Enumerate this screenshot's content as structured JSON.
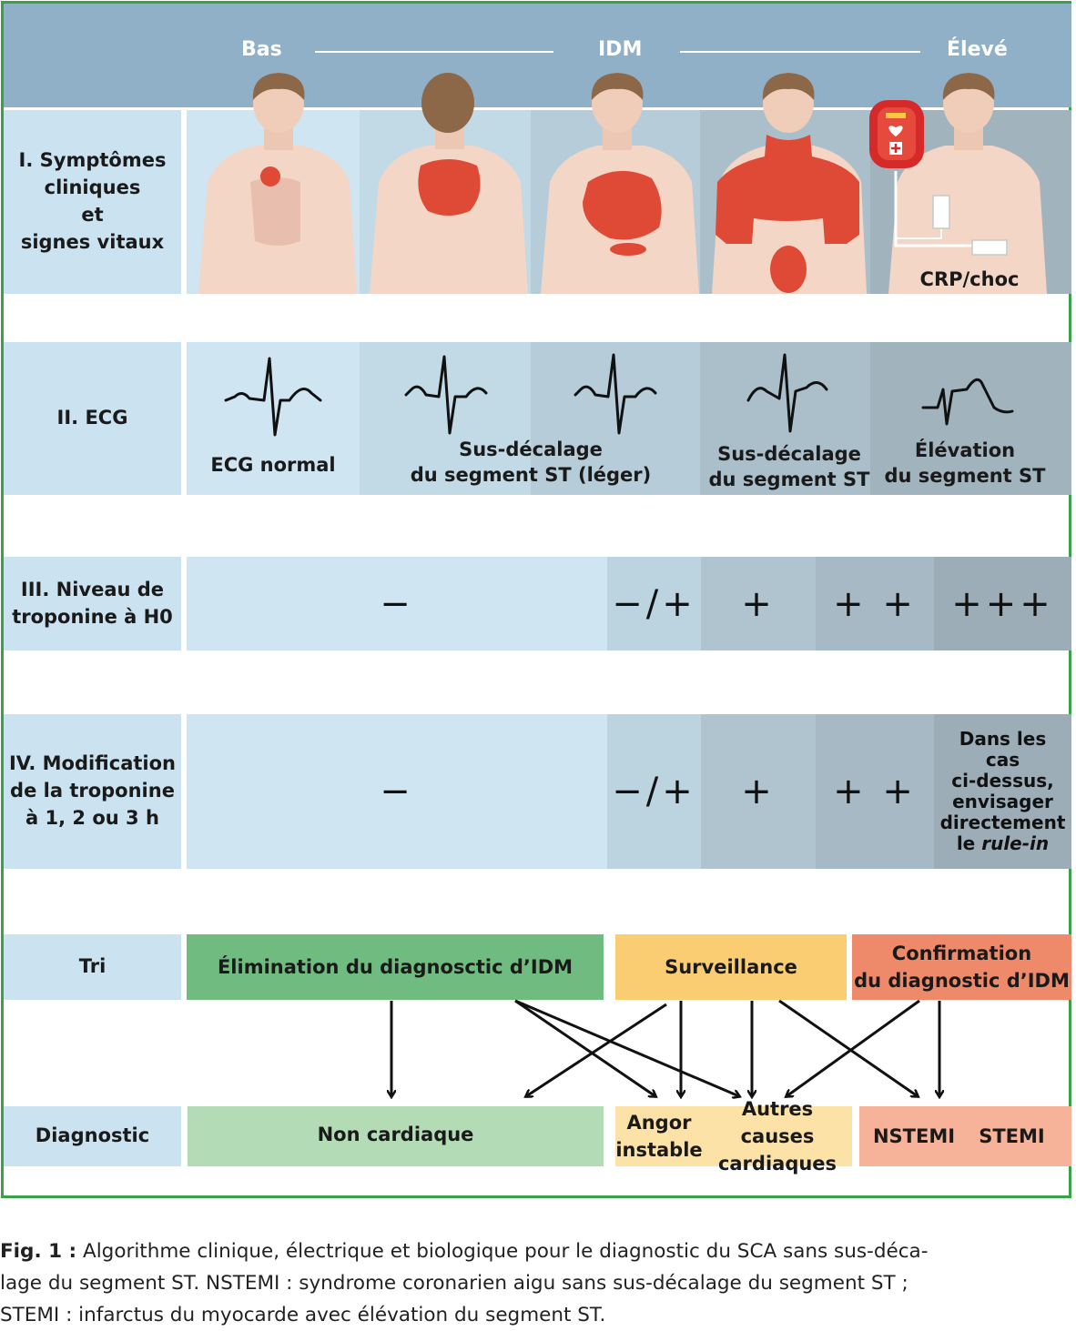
{
  "header": {
    "low": "Bas",
    "middle": "IDM",
    "high": "Élevé"
  },
  "rows": {
    "symptoms": {
      "label_l1": "I. Symptômes",
      "label_l2": "cliniques",
      "label_l3": "et",
      "label_l4": "signes vitaux",
      "crp_label": "CRP/choc"
    },
    "ecg": {
      "label": "II. ECG",
      "normal": "ECG normal",
      "mild_l1": "Sus-décalage",
      "mild_l2": "du segment ST  (léger)",
      "st_l1": "Sus-décalage",
      "st_l2": "du segment ST",
      "elev_l1": "Élévation",
      "elev_l2": "du segment ST"
    },
    "troponin_h0": {
      "label_l1": "III. Niveau de",
      "label_l2": "troponine à H0",
      "values": [
        "−",
        "−/+",
        "+",
        "+ +",
        "+++"
      ]
    },
    "troponin_change": {
      "label_l1": "IV. Modification",
      "label_l2": "de la troponine",
      "label_l3": "à 1, 2 ou 3 h",
      "values": [
        "−",
        "−/+",
        "+",
        "+ +"
      ],
      "note_l1": "Dans les",
      "note_l2": "cas",
      "note_l3": "ci-dessus,",
      "note_l4": "envisager",
      "note_l5": "directement",
      "note_l6_pre": "le ",
      "note_l6_em": "rule-in"
    },
    "triage": {
      "label": "Tri",
      "rule_out": "Élimination du diagnosctic d’IDM",
      "observe": "Surveillance",
      "rule_in_l1": "Confirmation",
      "rule_in_l2": "du diagnostic d’IDM"
    },
    "diagnosis": {
      "label": "Diagnostic",
      "non_cardiac": "Non cardiaque",
      "ua_l1": "Angor",
      "ua_l2": "instable",
      "other_l1": "Autres causes",
      "other_l2": "cardiaques",
      "nstemi": "NSTEMI",
      "stemi": "STEMI"
    }
  },
  "caption": {
    "bold": "Fig. 1 :",
    "l1": " Algorithme clinique, électrique et biologique pour le diagnostic du SCA sans sus-déca-",
    "l2": "lage du segment ST. NSTEMI : syndrome coronarien aigu sans sus-décalage du segment ST ;",
    "l3": "STEMI : infarctus du myocarde avec élévation du segment ST."
  },
  "colors": {
    "frame": "#3aa04a",
    "header": "#8fb0c6",
    "label_bg": "#cbe3f0",
    "rule_out": "#70bb7f",
    "observe": "#fbcd72",
    "rule_in": "#ee8a6a",
    "non_cardiac": "#b3dbb6",
    "observe_light": "#fde2a8",
    "rule_in_light": "#f6b39a",
    "pain": "#df4a36"
  }
}
